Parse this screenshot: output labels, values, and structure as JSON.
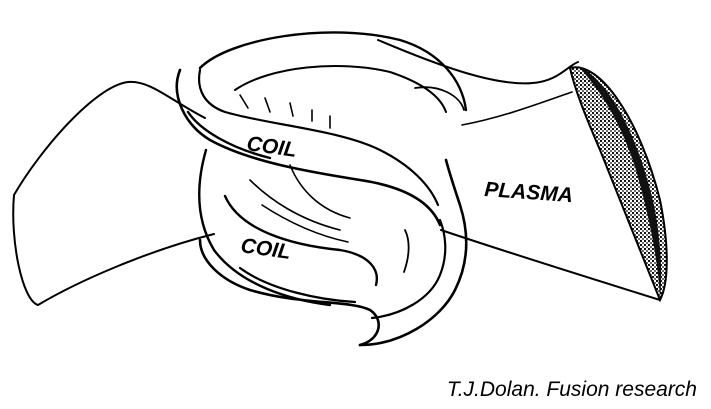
{
  "diagram": {
    "labels": {
      "coil_upper": "COIL",
      "coil_lower": "COIL",
      "plasma": "PLASMA"
    },
    "credit": "T.J.Dolan. Fusion research"
  }
}
